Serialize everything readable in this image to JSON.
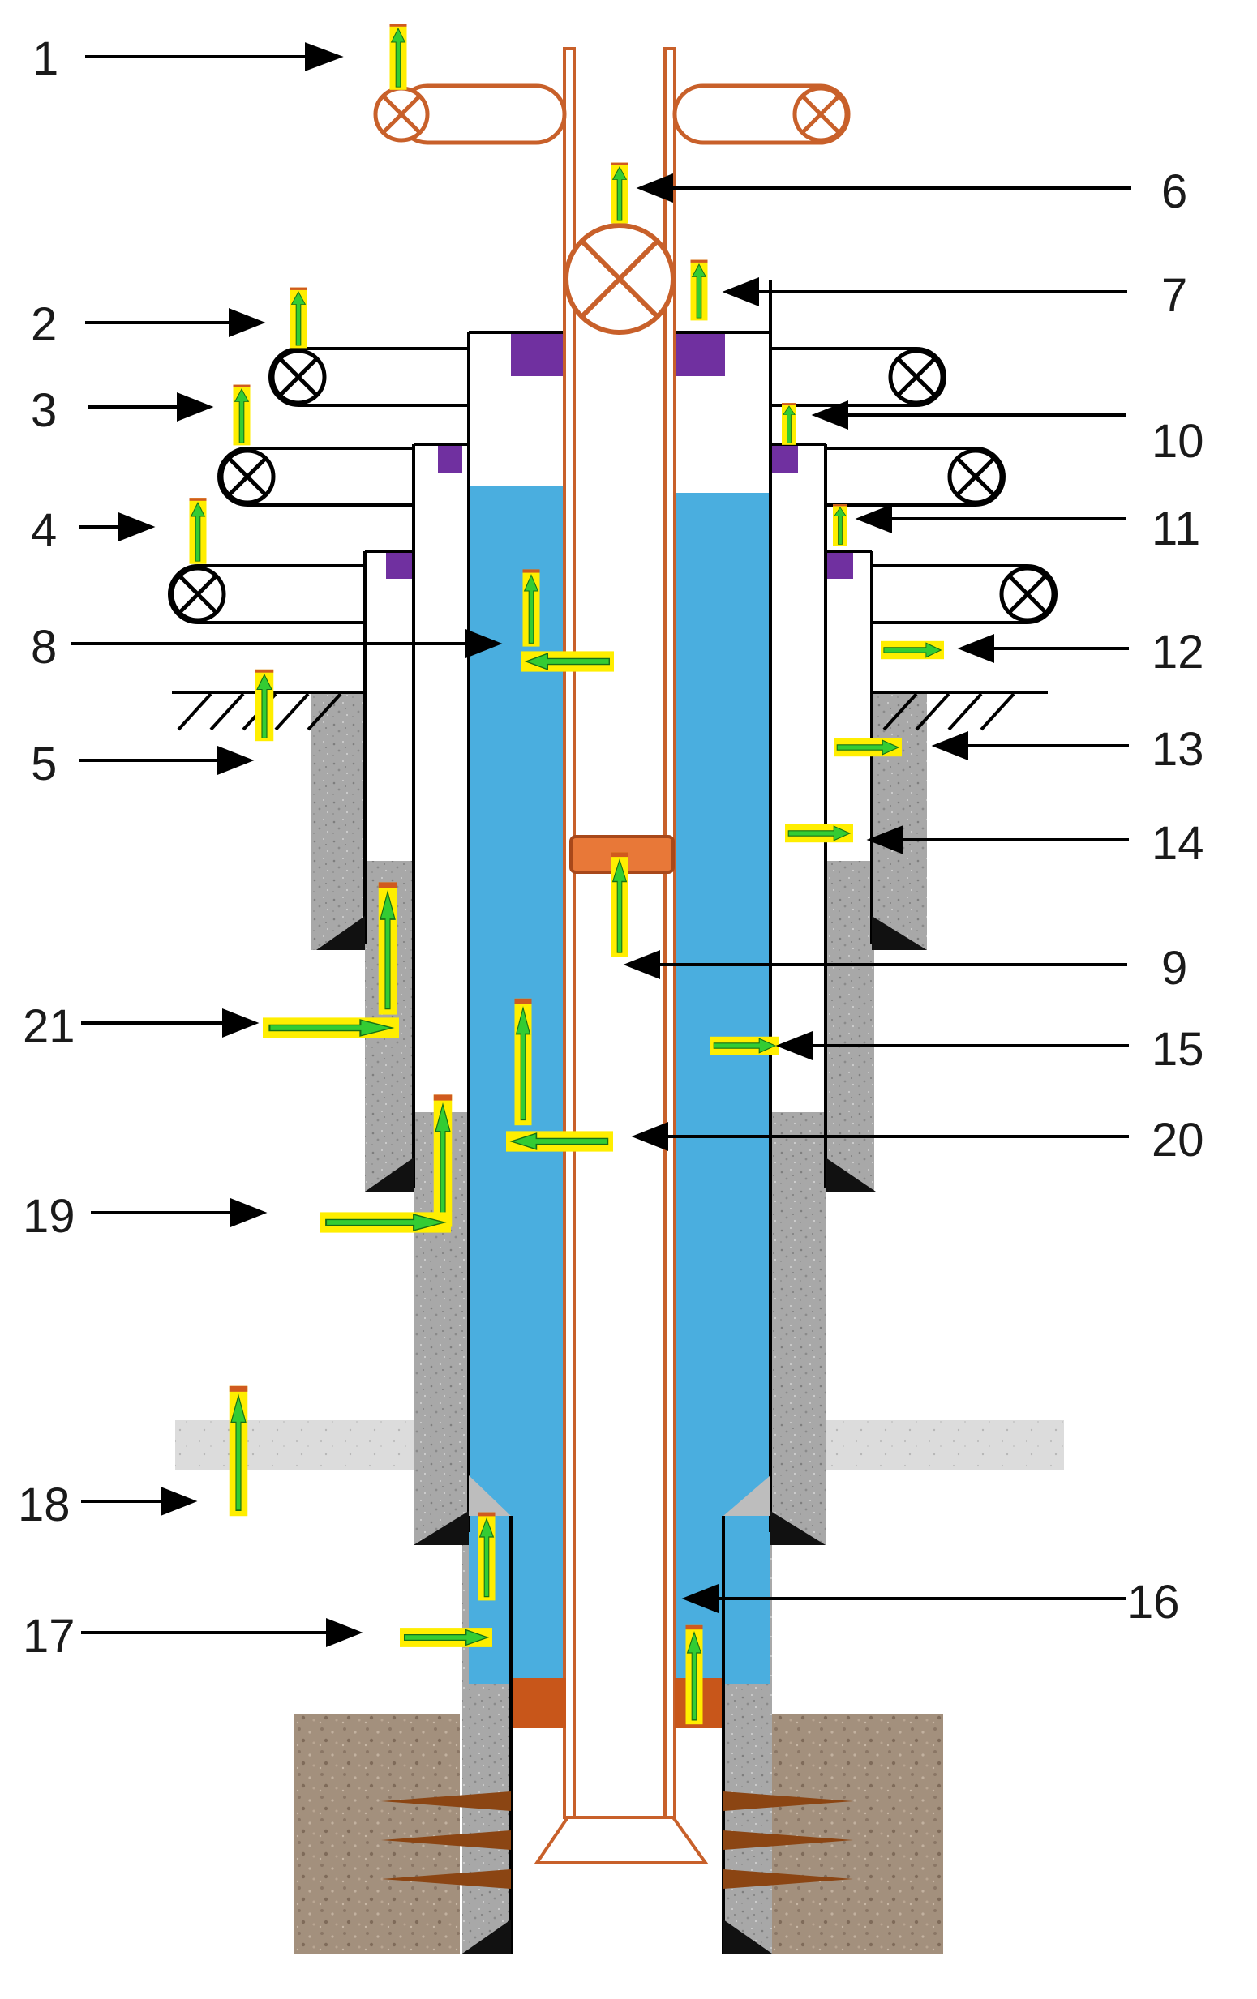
{
  "labels": {
    "l1": "1",
    "l2": "2",
    "l3": "3",
    "l4": "4",
    "l5": "5",
    "l6": "6",
    "l7": "7",
    "l8": "8",
    "l9": "9",
    "l10": "10",
    "l11": "11",
    "l12": "12",
    "l13": "13",
    "l14": "14",
    "l15": "15",
    "l16": "16",
    "l17": "17",
    "l18": "18",
    "l19": "19",
    "l20": "20",
    "l21": "21"
  },
  "colors": {
    "fluid": "#4aaedf",
    "tubing": "#c8602a",
    "packer": "#e87838",
    "seal": "#7030a0",
    "cement": "#a9a9a9",
    "formation": "#a08c7a",
    "flow_arrow": "#33cc33",
    "flow_arrow_bg": "#ffee00",
    "perforation": "#8b4513"
  }
}
